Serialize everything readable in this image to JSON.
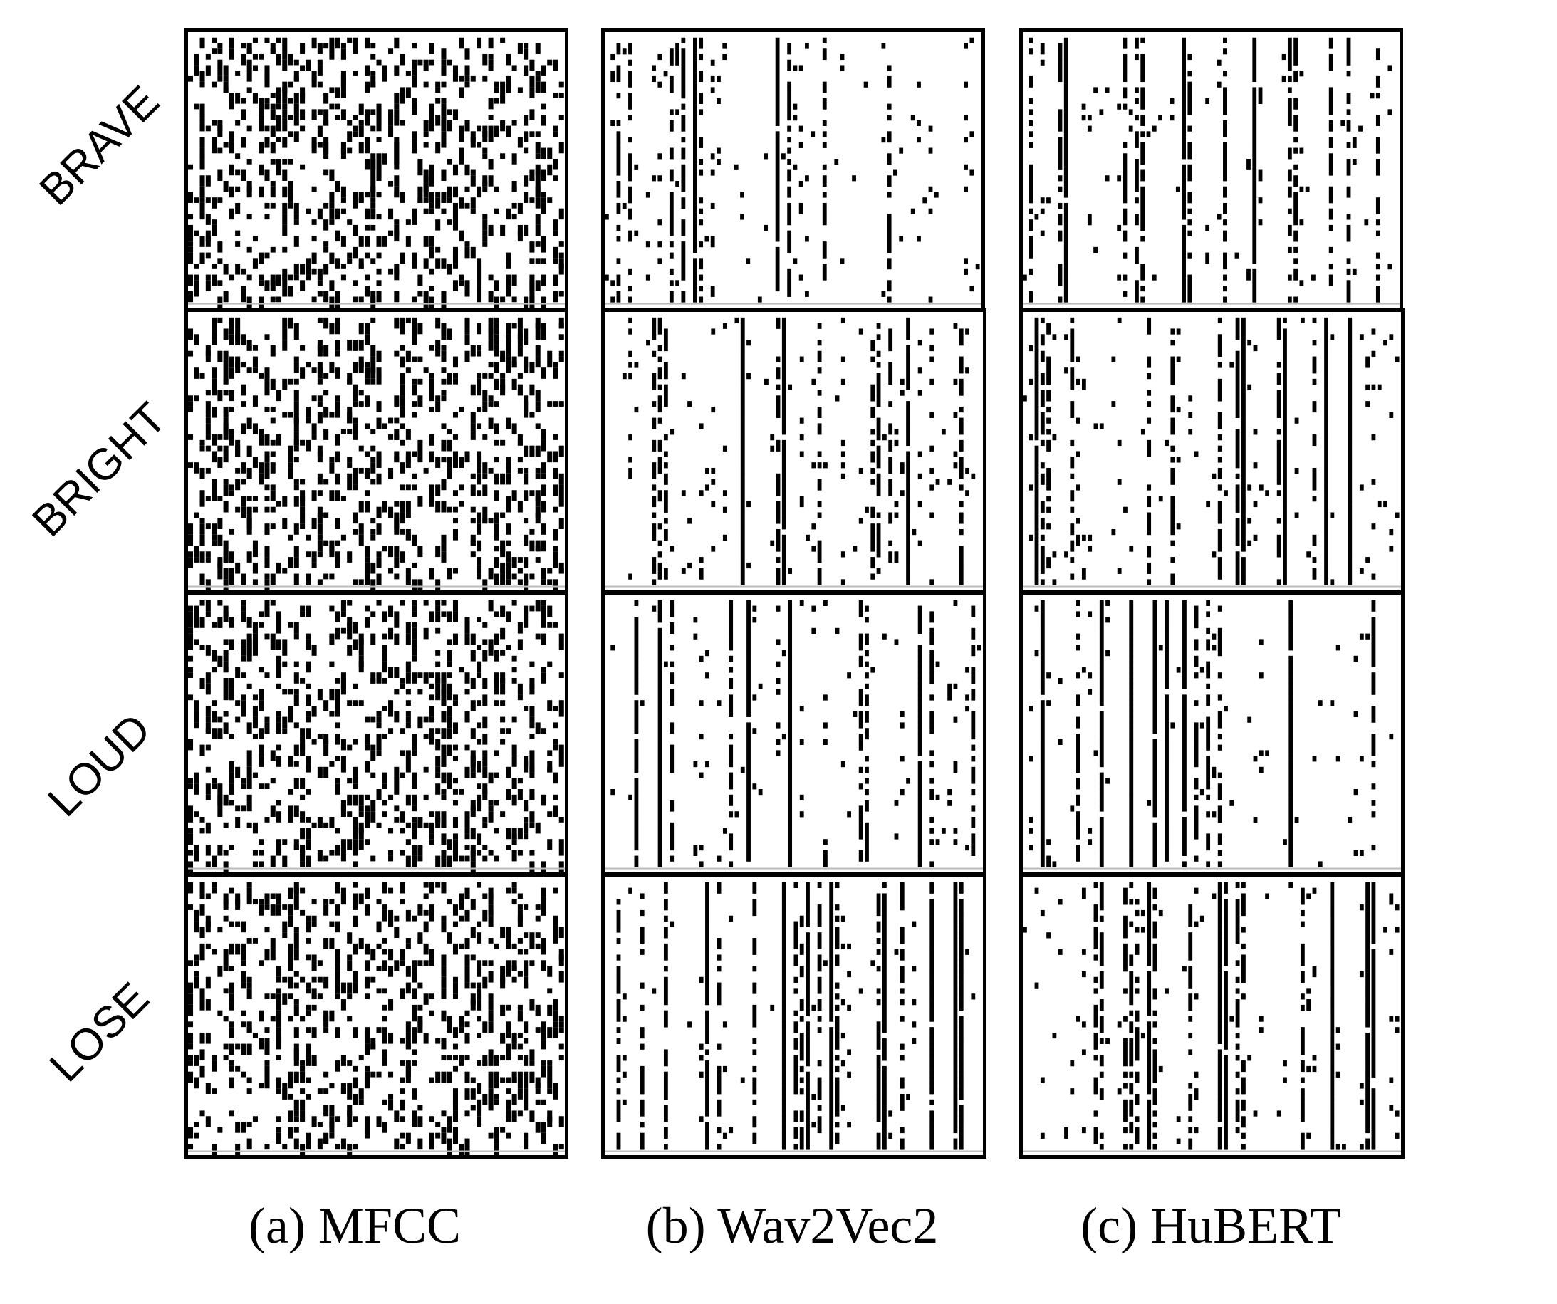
{
  "figure": {
    "rows": [
      {
        "label": "BRAVE"
      },
      {
        "label": "BRIGHT"
      },
      {
        "label": "LOUD"
      },
      {
        "label": "LOSE"
      }
    ],
    "columns": [
      {
        "caption": "(a) MFCC",
        "style": "dense"
      },
      {
        "caption": "(b) Wav2Vec2",
        "style": "columnar"
      },
      {
        "caption": "(c) HuBERT",
        "style": "columnar"
      }
    ],
    "colors": {
      "ink": "#000000",
      "background": "#ffffff"
    }
  }
}
